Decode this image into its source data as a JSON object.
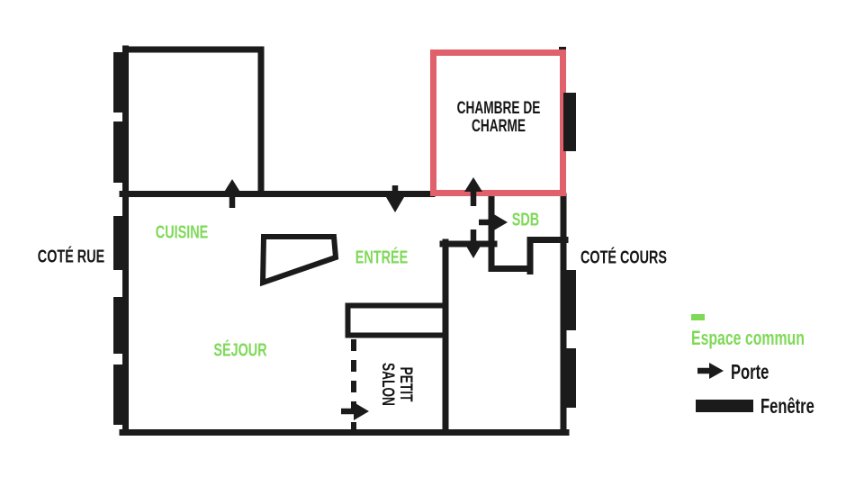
{
  "colors": {
    "common_green": "#7ed957",
    "highlight_red": "#e0606b",
    "wall_black": "#1b1b1b"
  },
  "rooms": {
    "cuisine": "CUISINE",
    "entree": "ENTRÉE",
    "sdb": "SDB",
    "sejour": "SÉJOUR",
    "petit_salon": {
      "line1": "PETIT",
      "line2": "SALON"
    },
    "chambre": {
      "line1": "CHAMBRE DE",
      "line2": "CHARME"
    }
  },
  "sides": {
    "rue": "COTÉ RUE",
    "cours": "COTÉ COURS"
  },
  "legend": {
    "espace_commun": "Espace commun",
    "porte": "Porte",
    "fenetre": "Fenêtre"
  }
}
